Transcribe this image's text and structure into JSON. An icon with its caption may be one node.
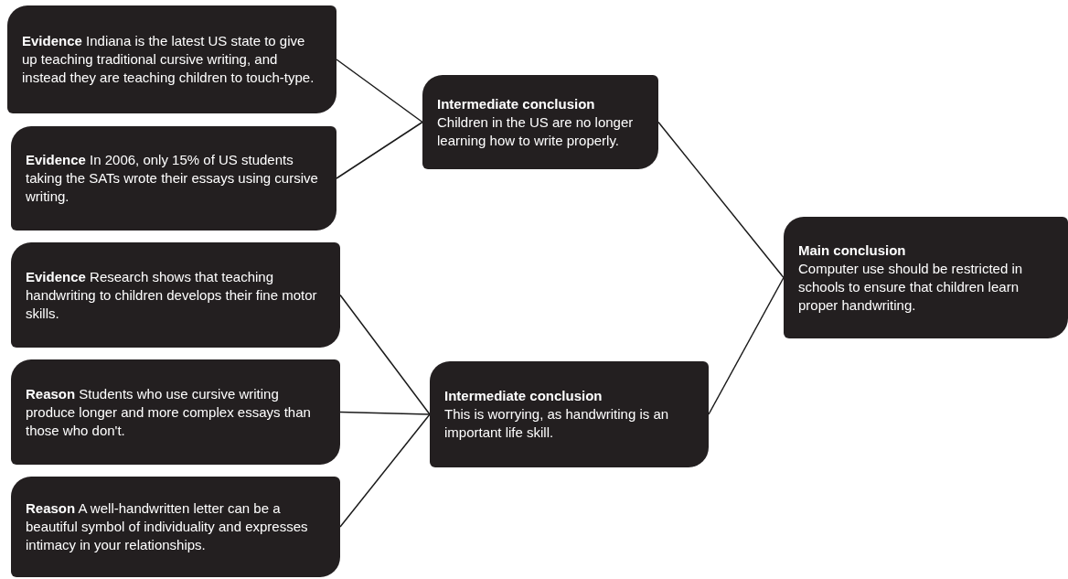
{
  "diagram": {
    "nodes": [
      {
        "text": [
          "**Evidence** Indiana is the latest US state to give up teaching traditional cursive writing, and instead they are teaching children to touch-type."
        ]
      },
      {
        "text": [
          "**Evidence** In 2006, only 15% of US students taking the SATs wrote their essays using cursive writing."
        ]
      },
      {
        "text": [
          "**Evidence** Research shows that teaching handwriting to children develops their fine motor skills."
        ]
      },
      {
        "text": [
          "**Reason** Students who use cursive writing produce longer and more complex essays than those who don't."
        ]
      },
      {
        "text": [
          "**Reason** A well-handwritten letter can be a beautiful symbol of individuality and expresses intimacy in your relationships."
        ]
      },
      {
        "text": [
          "Intermediate conclusion",
          "Children in the US are no longer learning how to write properly."
        ]
      },
      {
        "text": [
          "Intermediate conclusion",
          "This is worrying, as handwriting is an important life skill."
        ]
      },
      {
        "text": [
          "Main conclusion",
          "Computer use should be restricted in schools to ensure that children learn proper handwriting."
        ]
      }
    ],
    "edges": [
      {
        "from": 0,
        "to": 5,
        "arrow": "none"
      },
      {
        "from": 1,
        "to": 5,
        "arrow": "none"
      },
      {
        "from": 2,
        "to": 6,
        "arrow": "none"
      },
      {
        "from": 3,
        "to": 6,
        "arrow": "none"
      },
      {
        "from": 4,
        "to": 6,
        "arrow": "none"
      },
      {
        "from": 5,
        "to": 7,
        "arrow": "none"
      },
      {
        "from": 6,
        "to": 7,
        "arrow": "none"
      }
    ]
  }
}
